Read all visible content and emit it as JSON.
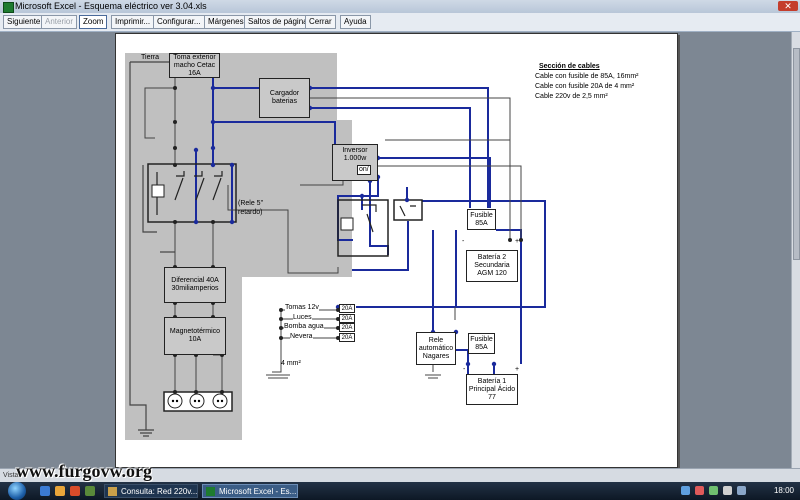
{
  "window": {
    "title": "Microsoft Excel - Esquema eléctrico ver 3.04.xls"
  },
  "toolbar": {
    "buttons": [
      "Siguiente",
      "Anterior",
      "Zoom",
      "Imprimir...",
      "Configurar...",
      "Márgenes",
      "Saltos de página",
      "Cerrar",
      "Ayuda"
    ]
  },
  "diagram": {
    "tierra": "Tierra",
    "toma_exterior": [
      "Toma exterior",
      "macho Cetac",
      "16A"
    ],
    "cargador": [
      "Cargador",
      "baterias"
    ],
    "inversor": [
      "Inversor",
      "1.000w"
    ],
    "on_label": "on/",
    "rele": [
      "(Rele 5\"",
      "retardo)"
    ],
    "diferencial": [
      "Diferencial 40A",
      "30miliamperios"
    ],
    "magnetotermico": [
      "Magnetotérmico",
      "10A"
    ],
    "fusible_top": [
      "Fusible",
      "85A"
    ],
    "bateria2": [
      "Batería 2",
      "Secundaria",
      "AGM 120"
    ],
    "fusible_bottom": [
      "Fusible",
      "85A"
    ],
    "bateria1": [
      "Batería 1",
      "Principal Ácido",
      "77"
    ],
    "rele_auto": [
      "Rele",
      "automático",
      "Nagares"
    ],
    "circuits": [
      {
        "label": "Tomas 12v",
        "fuse": "20A"
      },
      {
        "label": "Luces",
        "fuse": "20A"
      },
      {
        "label": "Bomba agua",
        "fuse": "20A"
      },
      {
        "label": "Nevera",
        "fuse": "20A"
      }
    ],
    "section_4mm": "4 mm²",
    "minus": "-",
    "plus": "+"
  },
  "legend": {
    "title": "Sección de cables",
    "lines": [
      "Cable con fusible de 85A, 16mm²",
      "Cable con fusible 20A de 4 mm²",
      "Cable 220v de 2,5 mm²"
    ]
  },
  "statusbar": {
    "text": "Vista"
  },
  "taskbar": {
    "tasks": [
      {
        "label": "Consulta: Red 220v...",
        "active": false
      },
      {
        "label": "Microsoft Excel - Es...",
        "active": true
      }
    ],
    "clock": "18:00"
  },
  "watermark": "www.furgovw.org",
  "colors": {
    "blue_wire": "#1a2a9c",
    "grey_wire": "#444444",
    "gray_panel": "#c0c0c0",
    "taskbar": "#0d1825"
  }
}
